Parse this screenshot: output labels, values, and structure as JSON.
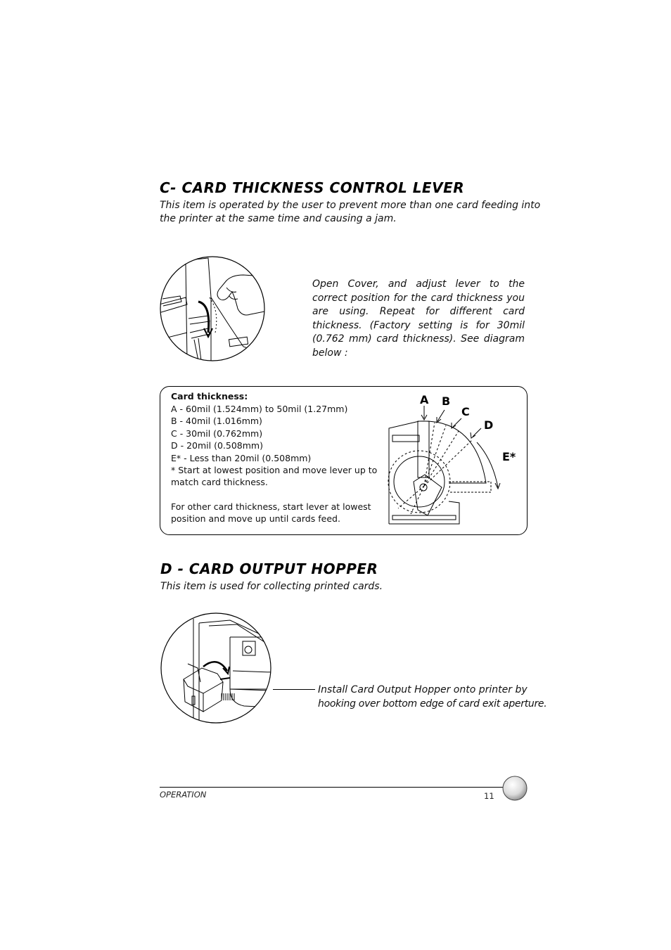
{
  "section_c": {
    "heading": "C- CARD THICKNESS CONTROL LEVER",
    "intro_line1": "This item is operated by the user to prevent more than one card feeding into",
    "intro_line2": "the printer at the same time and causing a jam.",
    "instruction": "Open Cover, and adjust lever to the correct position for the card thickness you are using. Repeat for different card thickness. (Factory setting is for 30mil (0.762 mm) card thickness). See diagram below :"
  },
  "thickness_box": {
    "title": "Card thickness:",
    "lines": [
      "A  - 60mil (1.524mm) to 50mil (1.27mm)",
      "B  - 40mil (1.016mm)",
      "C  - 30mil (0.762mm)",
      "D  - 20mil (0.508mm)",
      "E* - Less than 20mil (0.508mm)",
      "* Start at lowest position and move lever up to",
      "match card thickness."
    ],
    "note_lines": [
      "For other card thickness, start lever at lowest",
      "position and move up until cards feed."
    ],
    "diagram_labels": {
      "a": "A",
      "b": "B",
      "c": "C",
      "d": "D",
      "e": "E*"
    }
  },
  "section_d": {
    "heading": "D - CARD OUTPUT HOPPER",
    "intro": "This item is used for collecting printed cards.",
    "instruction_line1": "Install Card Output Hopper onto printer by",
    "instruction_line2": "hooking over bottom edge of card exit aperture."
  },
  "footer": {
    "section": "OPERATION",
    "page_number": "11"
  }
}
